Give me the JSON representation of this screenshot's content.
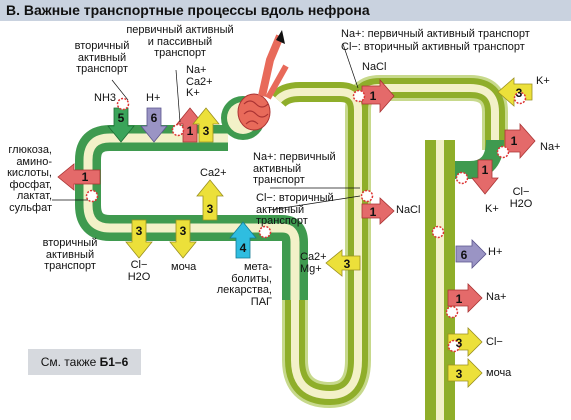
{
  "title": "В. Важные транспортные процессы вдоль нефрона",
  "labels": {
    "secondary_active_top": "вторичный\nактивный\nтранспорт",
    "primary_passive": "первичный активный\nи пассивный\nтранспорт",
    "ions_top": "Na+\nCa2+\nK+",
    "nh3": "NH3",
    "h_top": "H+",
    "left_substances": "глюкоза,\nамино-\nкислоты,\nфосфат,\nлактат,\nсульфат",
    "secondary_active_bottom": "вторичный\nактивный\nтранспорт",
    "ca_mid": "Ca2+",
    "cl_h2o": "Cl−\nH2O",
    "urine_left": "моча",
    "metabolites": "мета-\nболиты,\nлекарства,\nПАГ",
    "na_primary_mid": "Na+: первичный\nактивный\nтранспорт",
    "cl_secondary_mid": "Cl−: вторичный\nактивный\nтранспорт",
    "nacl_loop": "NaCl",
    "ca_mg": "Ca2+\nMg+",
    "na_primary_right": "Na+: первичный активный транспорт",
    "cl_secondary_right": "Cl−: вторичный активный транспорт",
    "nacl_top": "NaCl",
    "k_right_top": "K+",
    "na_right": "Na+",
    "k_right_low": "K+",
    "cl_h2o_right": "Cl−\nH2O",
    "h_right": "H+",
    "na_collect": "Na+",
    "cl_collect": "Cl−",
    "urine_collect": "моча"
  },
  "arrows": {
    "a5": "5",
    "a6": "6",
    "a1_top": "1",
    "a3_top": "3",
    "a1_left": "1",
    "a3_ca": "3",
    "a3_cl": "3",
    "a3_urine": "3",
    "a4": "4",
    "a1_loop_top": "1",
    "a1_loop_mid": "1",
    "a3_mg": "3",
    "a3_dist": "3",
    "a1_dist1": "1",
    "a1_dist2": "1",
    "a6_collect": "6",
    "a1_collect": "1",
    "a3_collect1": "3",
    "a3_collect2": "3"
  },
  "see_also_prefix": "См. также",
  "see_also_ref": "Б1–6",
  "colors": {
    "tubule_green": "#3f9a4f",
    "loop_olive": "#8fae2a",
    "lumen": "#f3f1c8",
    "arrow_red": "#e46a6a",
    "arrow_yellow": "#ece03a",
    "arrow_green": "#3aa45a",
    "arrow_purple": "#9a94c4",
    "arrow_cyan": "#2fbde0",
    "pump_star": "#d33"
  }
}
